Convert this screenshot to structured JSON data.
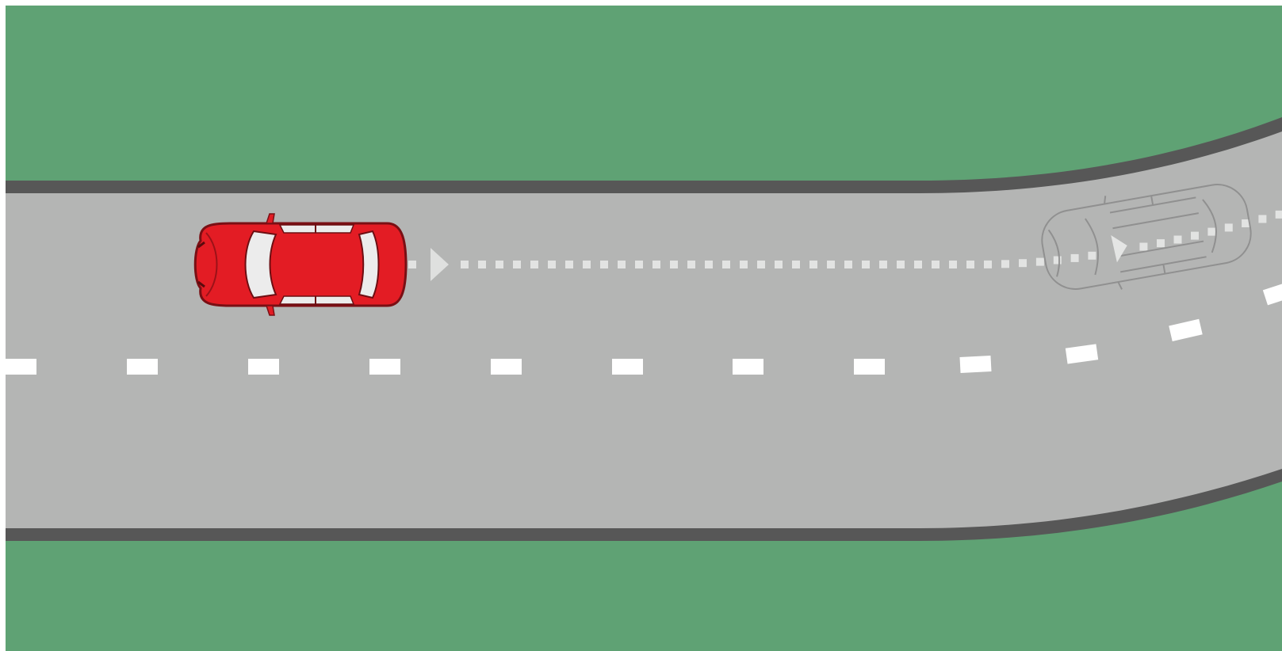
{
  "colors": {
    "border": "#ffffff",
    "grass": "#5fa274",
    "road": "#b4b5b4",
    "curb": "#575757",
    "lane_marking": "#ffffff",
    "path_marking": "#e2e3e2",
    "car_body": "#e31c24",
    "car_outline": "#7a0f14",
    "car_glass": "#ececec",
    "ghost_car_outline": "#8a8a8a"
  },
  "scene": {
    "vehicle": {
      "name": "red-car",
      "icon": "car-top-view-icon"
    },
    "projected_vehicle": {
      "name": "ghost-car",
      "icon": "car-outline-icon"
    },
    "trajectory": {
      "style": "dotted",
      "icon": "arrow-head-icon"
    }
  }
}
